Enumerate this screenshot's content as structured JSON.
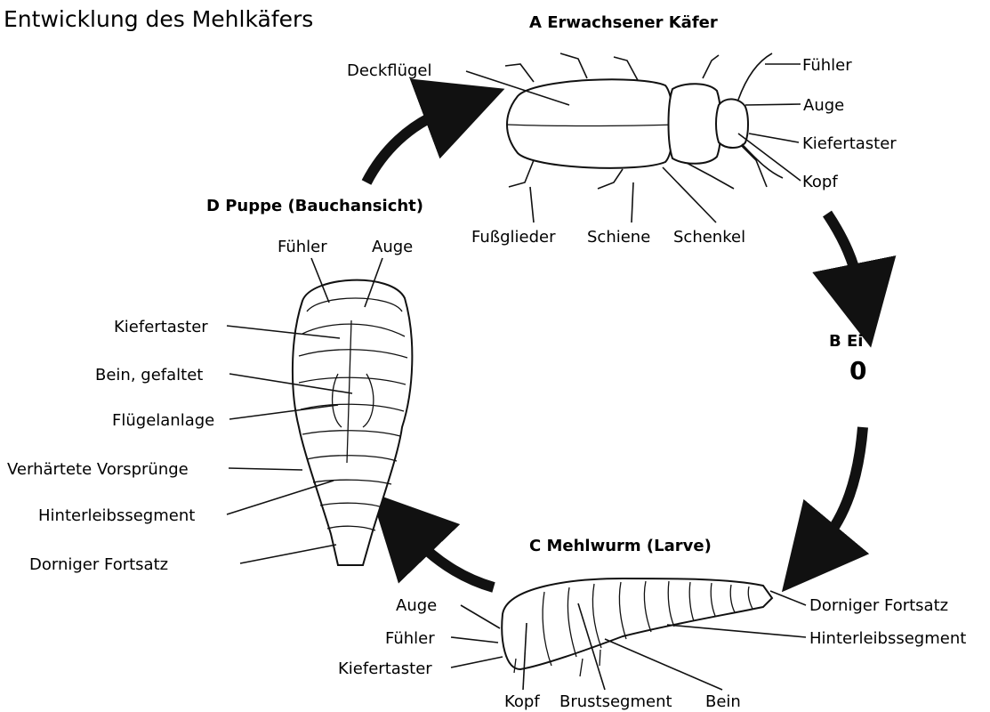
{
  "title": "Entwicklung des Mehlkäfers",
  "stages": {
    "a": "A  Erwachsener Käfer",
    "b": "B  Ei",
    "b_value": "0",
    "c": "C  Mehlwurm (Larve)",
    "d": "D Puppe (Bauchansicht)"
  },
  "beetle": {
    "deckfluegel": "Deckflügel",
    "fuehler": "Fühler",
    "auge": "Auge",
    "kiefertaster": "Kiefertaster",
    "kopf": "Kopf",
    "fussglieder": "Fußglieder",
    "schiene": "Schiene",
    "schenkel": "Schenkel"
  },
  "pupa": {
    "fuehler": "Fühler",
    "auge": "Auge",
    "kiefertaster": "Kiefertaster",
    "bein": "Bein, gefaltet",
    "fluegelanlage": "Flügelanlage",
    "vorspruenge": "Verhärtete Vorsprünge",
    "segment": "Hinterleibssegment",
    "fortsatz": "Dorniger Fortsatz"
  },
  "larva": {
    "auge": "Auge",
    "fuehler": "Fühler",
    "kiefertaster": "Kiefertaster",
    "kopf": "Kopf",
    "brustsegment": "Brustsegment",
    "bein": "Bein",
    "fortsatz": "Dorniger Fortsatz",
    "segment": "Hinterleibssegment"
  }
}
